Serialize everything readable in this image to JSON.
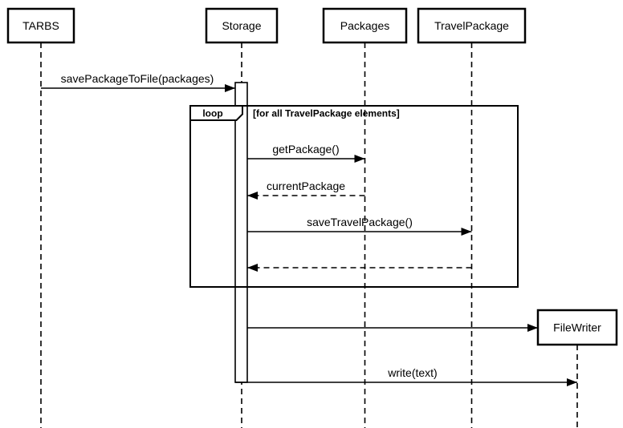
{
  "diagram": {
    "type": "uml-sequence-diagram",
    "colors": {
      "stroke": "#000000",
      "fill": "#ffffff",
      "background": "#ffffff"
    },
    "actors": [
      {
        "id": "tarbs",
        "label": "TARBS"
      },
      {
        "id": "storage",
        "label": "Storage"
      },
      {
        "id": "packages",
        "label": "Packages"
      },
      {
        "id": "travelpackage",
        "label": "TravelPackage"
      },
      {
        "id": "filewriter",
        "label": "FileWriter"
      }
    ],
    "fragment": {
      "operator": "loop",
      "guard": "[for all TravelPackage elements]"
    },
    "messages": [
      {
        "id": "m1",
        "label": "savePackageToFile(packages)",
        "from": "TARBS",
        "to": "Storage",
        "kind": "sync-call"
      },
      {
        "id": "m2",
        "label": "getPackage()",
        "from": "Storage",
        "to": "Packages",
        "kind": "sync-call"
      },
      {
        "id": "m3",
        "label": "currentPackage",
        "from": "Packages",
        "to": "Storage",
        "kind": "return"
      },
      {
        "id": "m4",
        "label": "saveTravelPackage()",
        "from": "Storage",
        "to": "TravelPackage",
        "kind": "sync-call"
      },
      {
        "id": "m5",
        "label": "",
        "from": "TravelPackage",
        "to": "Storage",
        "kind": "return"
      },
      {
        "id": "m6",
        "label": "",
        "from": "Storage",
        "to": "FileWriter",
        "kind": "create"
      },
      {
        "id": "m7",
        "label": "write(text)",
        "from": "Storage",
        "to": "FileWriter",
        "kind": "sync-call"
      }
    ]
  }
}
